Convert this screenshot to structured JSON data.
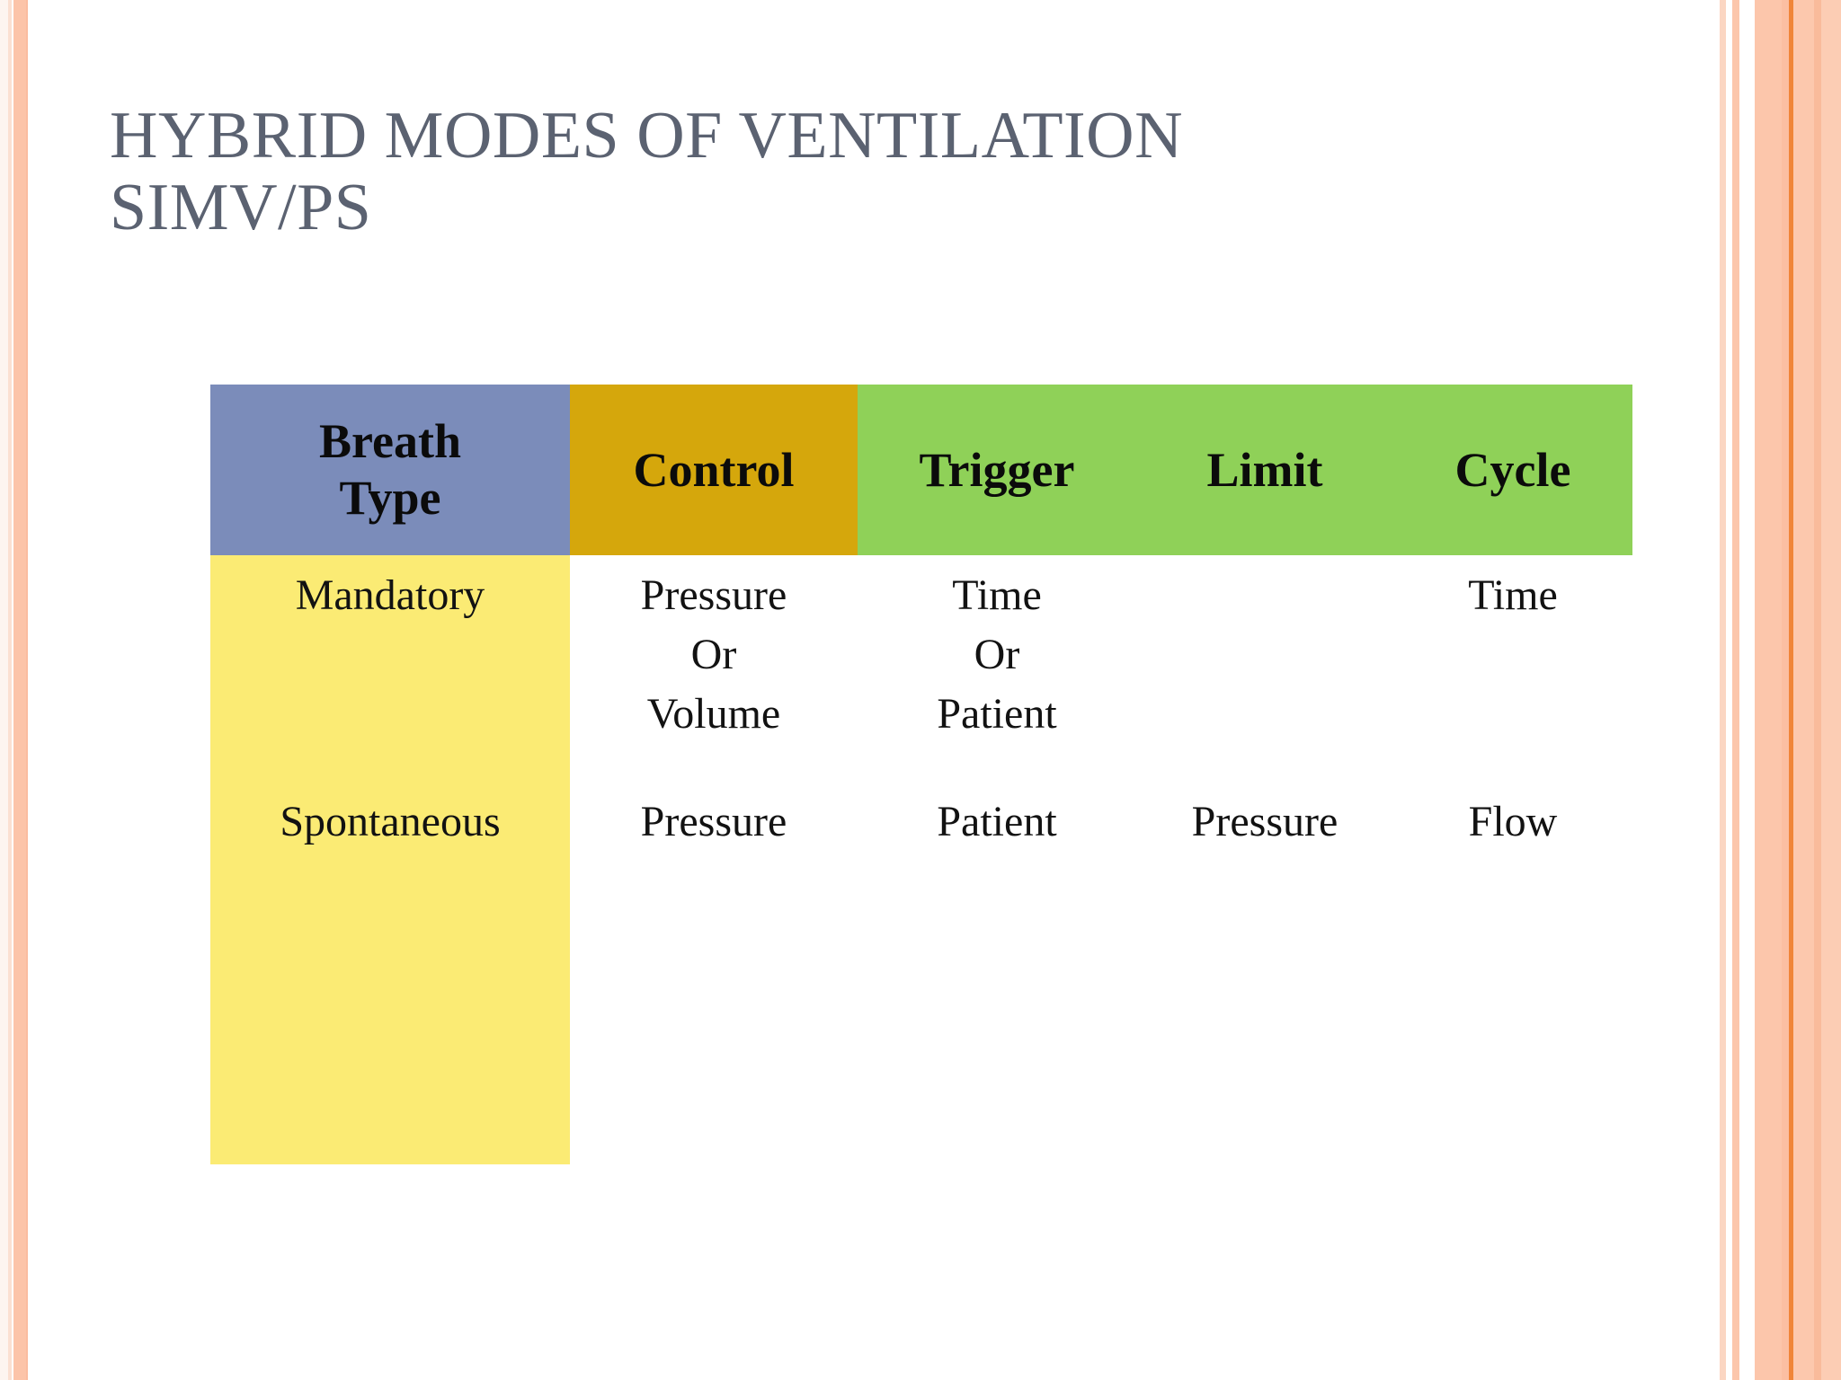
{
  "slide": {
    "title": "HYBRID MODES OF VENTILATION\nSIMV/PS",
    "title_color": "#5b6271",
    "background": "#ffffff"
  },
  "decoration": {
    "left_stripe_color": "#fcc4a9",
    "right_stripe_color": "#fcc8ad",
    "right_accent_line_color": "#f08538"
  },
  "table": {
    "headers": [
      {
        "label": "Breath\nType",
        "bg": "#7b8cba"
      },
      {
        "label": "Control",
        "bg": "#d5a70c"
      },
      {
        "label": "Trigger",
        "bg": "#8fd158"
      },
      {
        "label": "Limit",
        "bg": "#8fd158"
      },
      {
        "label": "Cycle",
        "bg": "#8fd158"
      }
    ],
    "rows": [
      {
        "breath_type": "Mandatory",
        "control": "Pressure\nOr\nVolume",
        "trigger": "Time\nOr\nPatient",
        "limit": "",
        "cycle": "Time"
      },
      {
        "breath_type": "Spontaneous",
        "control": "Pressure",
        "trigger": "Patient",
        "limit": "Pressure",
        "cycle": "Flow"
      }
    ],
    "type_cell_bg": "#fbeb74"
  }
}
